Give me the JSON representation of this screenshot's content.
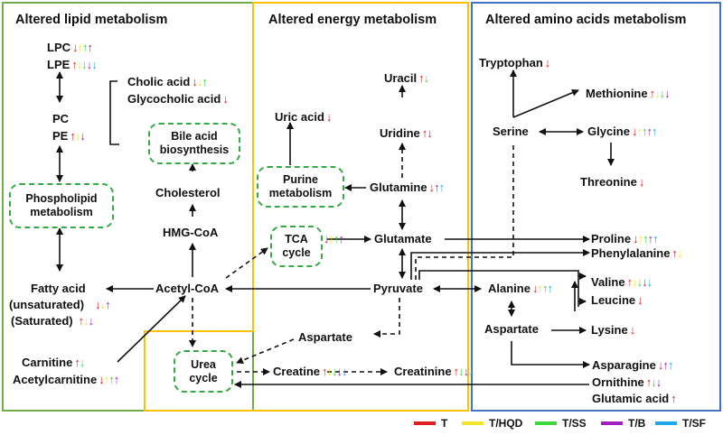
{
  "panels": {
    "lipid": {
      "title": "Altered lipid metabolism"
    },
    "energy": {
      "title": "Altered energy metabolism"
    },
    "amino": {
      "title": "Altered amino acids metabolism"
    }
  },
  "nodes": {
    "lpc": "LPC",
    "lpe": "LPE",
    "pc": "PC",
    "pe": "PE",
    "cholic_acid": "Cholic acid",
    "glycocholic_acid": "Glycocholic acid",
    "bile_acid": "Bile acid biosynthesis",
    "phospholipid": "Phospholipid metabolism",
    "cholesterol": "Cholesterol",
    "hmg_coa": "HMG-CoA",
    "fatty_acid": "Fatty acid",
    "unsaturated": "(unsaturated)",
    "saturated": "(Saturated)",
    "acetyl_coa": "Acetyl-CoA",
    "carnitine": "Carnitine",
    "acetylcarnitine": "Acetylcarnitine",
    "uracil": "Uracil",
    "uric_acid": "Uric acid",
    "uridine": "Uridine",
    "purine": "Purine metabolism",
    "glutamine": "Glutamine",
    "tca": "TCA cycle",
    "glutamate": "Glutamate",
    "pyruvate": "Pyruvate",
    "aspartate_e": "Aspartate",
    "urea": "Urea cycle",
    "creatine": "Creatine",
    "creatinine": "Creatinine",
    "tryptophan": "Tryptophan",
    "methionine": "Methionine",
    "serine": "Serine",
    "glycine": "Glycine",
    "threonine": "Threonine",
    "proline": "Proline",
    "phenylalanine": "Phenylalanine",
    "alanine": "Alanine",
    "valine": "Valine",
    "leucine": "Leucine",
    "aspartate_a": "Aspartate",
    "lysine": "Lysine",
    "asparagine": "Asparagine",
    "ornithine": "Ornithine",
    "glutamic_acid": "Glutamic acid"
  },
  "legend": [
    {
      "label": "T",
      "color": "#e02020"
    },
    {
      "label": "T/HQD",
      "color": "#f5e52a"
    },
    {
      "label": "T/SS",
      "color": "#3ed83e"
    },
    {
      "label": "T/B",
      "color": "#a020c0"
    },
    {
      "label": "T/SF",
      "color": "#1fa8e8"
    }
  ],
  "marks": {
    "lpc": [
      "T:down",
      "HQD:up",
      "SS:up",
      "B:up"
    ],
    "lpe": [
      "T:up",
      "HQD:down",
      "SS:down",
      "B:down",
      "SF:down"
    ],
    "pe": [
      "T:up",
      "HQD:down",
      "B:down"
    ],
    "cholic_acid": [
      "T:down",
      "HQD:down",
      "SS:up"
    ],
    "glycocholic_acid": [
      "T:down"
    ],
    "unsaturated": [
      "T:down",
      "HQD:down",
      "B:up"
    ],
    "saturated": [
      "T:up",
      "HQD:down",
      "B:down"
    ],
    "carnitine": [
      "T:up",
      "SS:down"
    ],
    "acetylcarnitine": [
      "T:down",
      "HQD:up",
      "SS:up",
      "B:up"
    ],
    "uracil": [
      "T:up",
      "SS:down"
    ],
    "uric_acid": [
      "T:down"
    ],
    "uridine": [
      "T:up",
      "B:down"
    ],
    "glutamine": [
      "T:down",
      "B:up",
      "SF:up"
    ],
    "tca": [
      "T:down",
      "HQD:up",
      "SS:up",
      "B:up"
    ],
    "creatine": [
      "T:up",
      "HQD:down",
      "SS:down",
      "B:down",
      "SF:down"
    ],
    "creatinine": [
      "T:up",
      "SS:down",
      "B:down",
      "SF:down"
    ],
    "tryptophan": [
      "T:down"
    ],
    "methionine": [
      "T:up",
      "HQD:down",
      "SS:down",
      "B:down"
    ],
    "glycine": [
      "T:down",
      "HQD:up",
      "SS:up",
      "B:up",
      "SF:up"
    ],
    "threonine": [
      "T:down"
    ],
    "proline": [
      "T:down",
      "HQD:up",
      "SS:up",
      "B:up",
      "SF:up"
    ],
    "phenylalanine": [
      "T:up",
      "HQD:down"
    ],
    "alanine": [
      "T:down",
      "HQD:up",
      "SS:up",
      "SF:up"
    ],
    "valine": [
      "T:up",
      "HQD:down",
      "SS:down",
      "B:down",
      "SF:down"
    ],
    "leucine": [
      "T:down"
    ],
    "lysine": [
      "T:down"
    ],
    "asparagine": [
      "T:down",
      "B:up",
      "SF:up"
    ],
    "ornithine": [
      "T:up",
      "SS:down",
      "B:down"
    ],
    "glutamic_acid": [
      "T:up"
    ]
  }
}
